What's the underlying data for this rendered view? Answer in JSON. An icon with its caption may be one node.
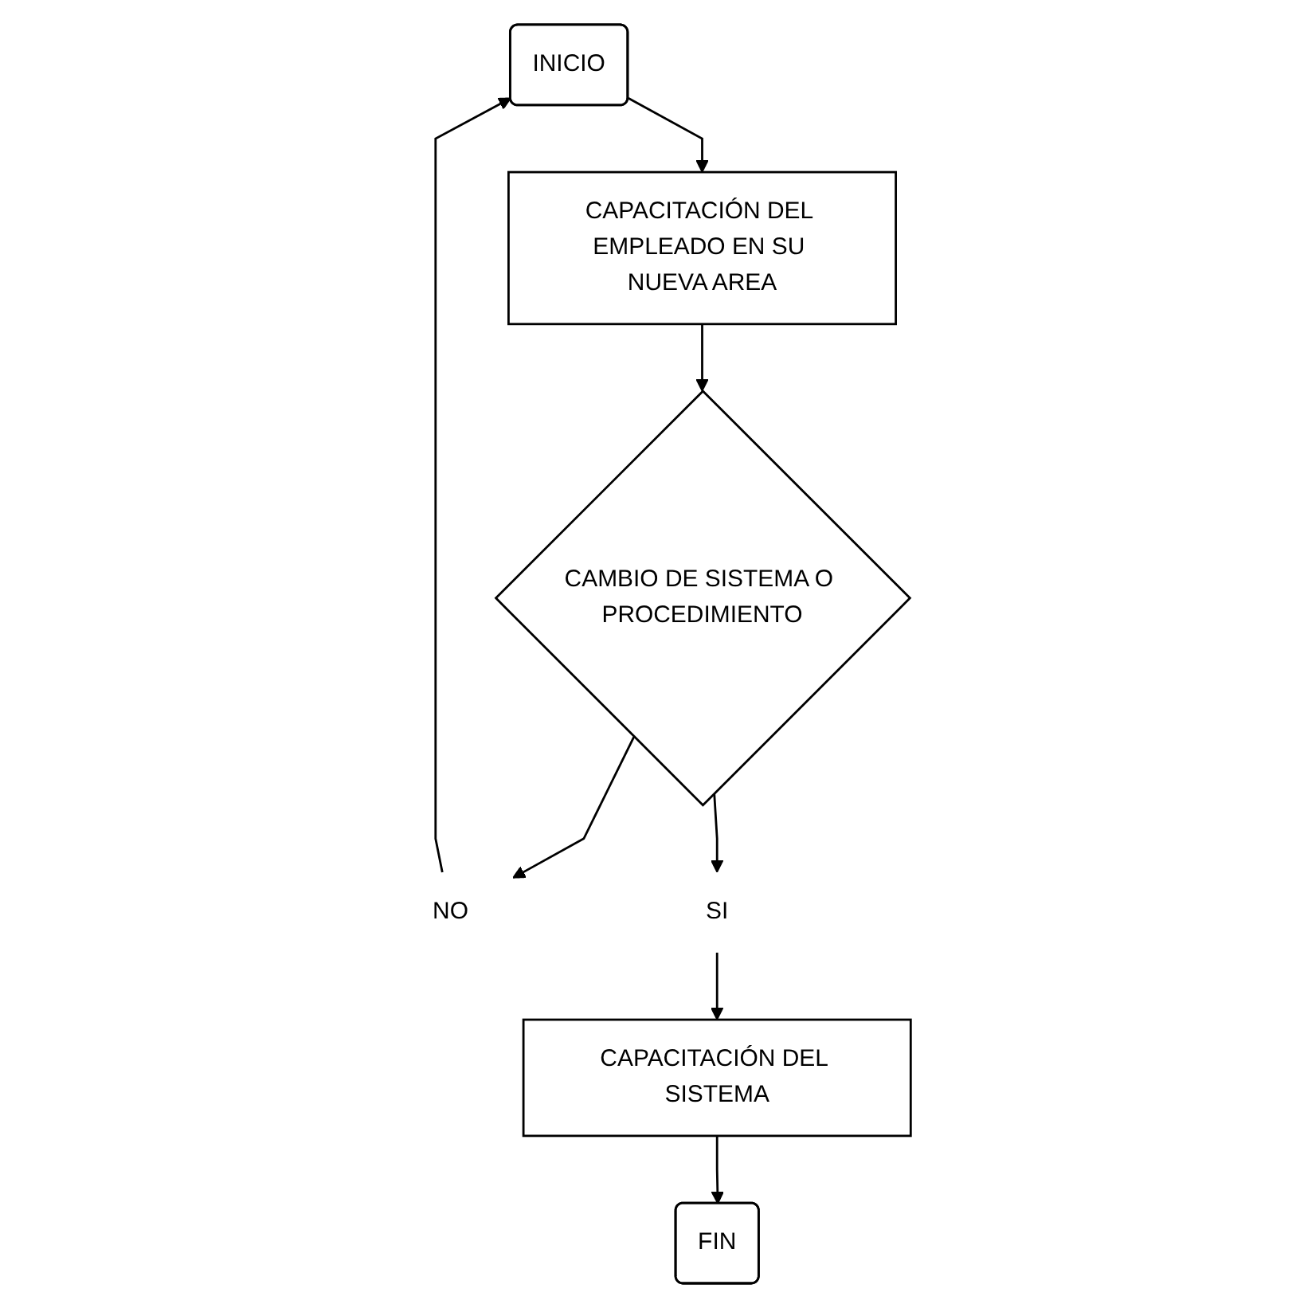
{
  "diagram": {
    "nodes": [
      {
        "text": [
          "INICIO"
        ]
      },
      {
        "text": [
          "CAPACITACIÓN DEL EMPLEADO EN SU NUEVA AREA"
        ]
      },
      {
        "text": [
          "CAMBIO DE SISTEMA O PROCEDIMIENTO"
        ]
      },
      {
        "text": [
          "NO"
        ]
      },
      {
        "text": [
          "SI"
        ]
      },
      {
        "text": [
          "CAPACITACIÓN DEL SISTEMA"
        ]
      },
      {
        "text": [
          "FIN"
        ]
      }
    ],
    "edges": [
      {
        "from": 0,
        "to": 1,
        "arrow": "to"
      },
      {
        "from": 1,
        "to": 2,
        "arrow": "to"
      },
      {
        "from": 2,
        "to": 3,
        "arrow": "to"
      },
      {
        "from": 3,
        "to": 0,
        "arrow": "to"
      },
      {
        "from": 2,
        "to": 4,
        "arrow": "to"
      },
      {
        "from": 4,
        "to": 5,
        "arrow": "to"
      },
      {
        "from": 5,
        "to": 6,
        "arrow": "to"
      }
    ]
  }
}
